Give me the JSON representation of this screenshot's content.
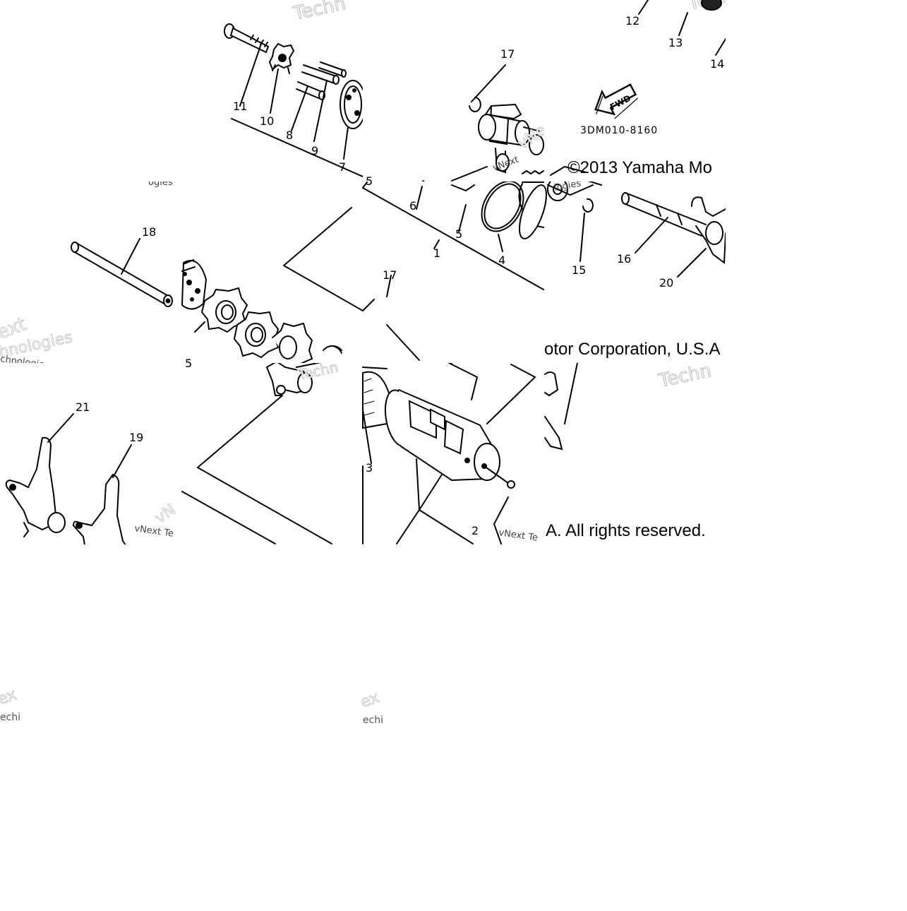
{
  "diagram": {
    "part_code": "3DM010-8160",
    "fwd_label": "FWD",
    "watermark_texts": [
      "vNext Te",
      "Techn",
      "chnologies",
      "ext",
      "ogies"
    ],
    "callouts": [
      {
        "id": "c1",
        "label": "1"
      },
      {
        "id": "c2",
        "label": "2"
      },
      {
        "id": "c3",
        "label": "3"
      },
      {
        "id": "c4",
        "label": "4"
      },
      {
        "id": "c5a",
        "label": "5"
      },
      {
        "id": "c5b",
        "label": "5"
      },
      {
        "id": "c5c",
        "label": "5"
      },
      {
        "id": "c6",
        "label": "6"
      },
      {
        "id": "c7",
        "label": "7"
      },
      {
        "id": "c8",
        "label": "8"
      },
      {
        "id": "c9",
        "label": "9"
      },
      {
        "id": "c10",
        "label": "10"
      },
      {
        "id": "c11",
        "label": "11"
      },
      {
        "id": "c12",
        "label": "12"
      },
      {
        "id": "c13",
        "label": "13"
      },
      {
        "id": "c14",
        "label": "14"
      },
      {
        "id": "c15",
        "label": "15"
      },
      {
        "id": "c16",
        "label": "16"
      },
      {
        "id": "c17a",
        "label": "17"
      },
      {
        "id": "c17b",
        "label": "17"
      },
      {
        "id": "c18",
        "label": "18"
      },
      {
        "id": "c19",
        "label": "19"
      },
      {
        "id": "c20",
        "label": "20"
      },
      {
        "id": "c21",
        "label": "21"
      }
    ]
  },
  "copyright": {
    "line1": "©2013 Yamaha Mo",
    "line2": "otor Corporation, U.S.A",
    "line3": "A. All rights reserved."
  }
}
